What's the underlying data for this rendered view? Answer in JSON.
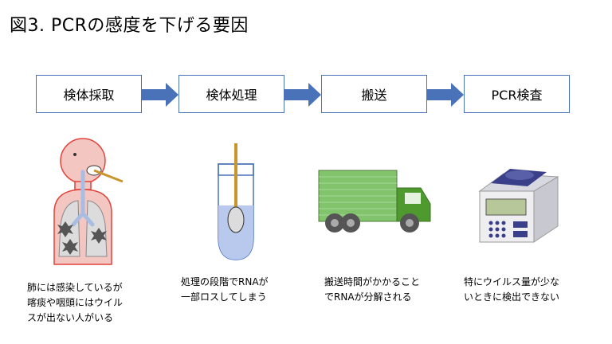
{
  "title": "図3. PCRの感度を下げる要因",
  "steps": [
    {
      "label": "検体採取"
    },
    {
      "label": "検体処理"
    },
    {
      "label": "搬送"
    },
    {
      "label": "PCR検査"
    }
  ],
  "descriptions": [
    [
      "肺には感染しているが",
      "喀痰や咽頭にはウイル",
      "スが出ない人がいる"
    ],
    [
      "処理の段階でRNAが",
      "一部ロスしてしまう"
    ],
    [
      "搬送時間がかかること",
      "でRNAが分解される"
    ],
    [
      "特にウイルス量が少な",
      "いときに検出できない"
    ]
  ],
  "colors": {
    "box_border": "#4a72b8",
    "arrow": "#4a72b8",
    "lung": "#f4c6c2",
    "lung_stroke": "#e0443a",
    "swab": "#c8962c",
    "tube_fill": "#b9c9ee",
    "truck_cargo": "#82c46b",
    "truck_cab": "#4e9a2e"
  },
  "icons": [
    "lung-patient-icon",
    "swab-tube-icon",
    "truck-icon",
    "pcr-machine-icon"
  ]
}
